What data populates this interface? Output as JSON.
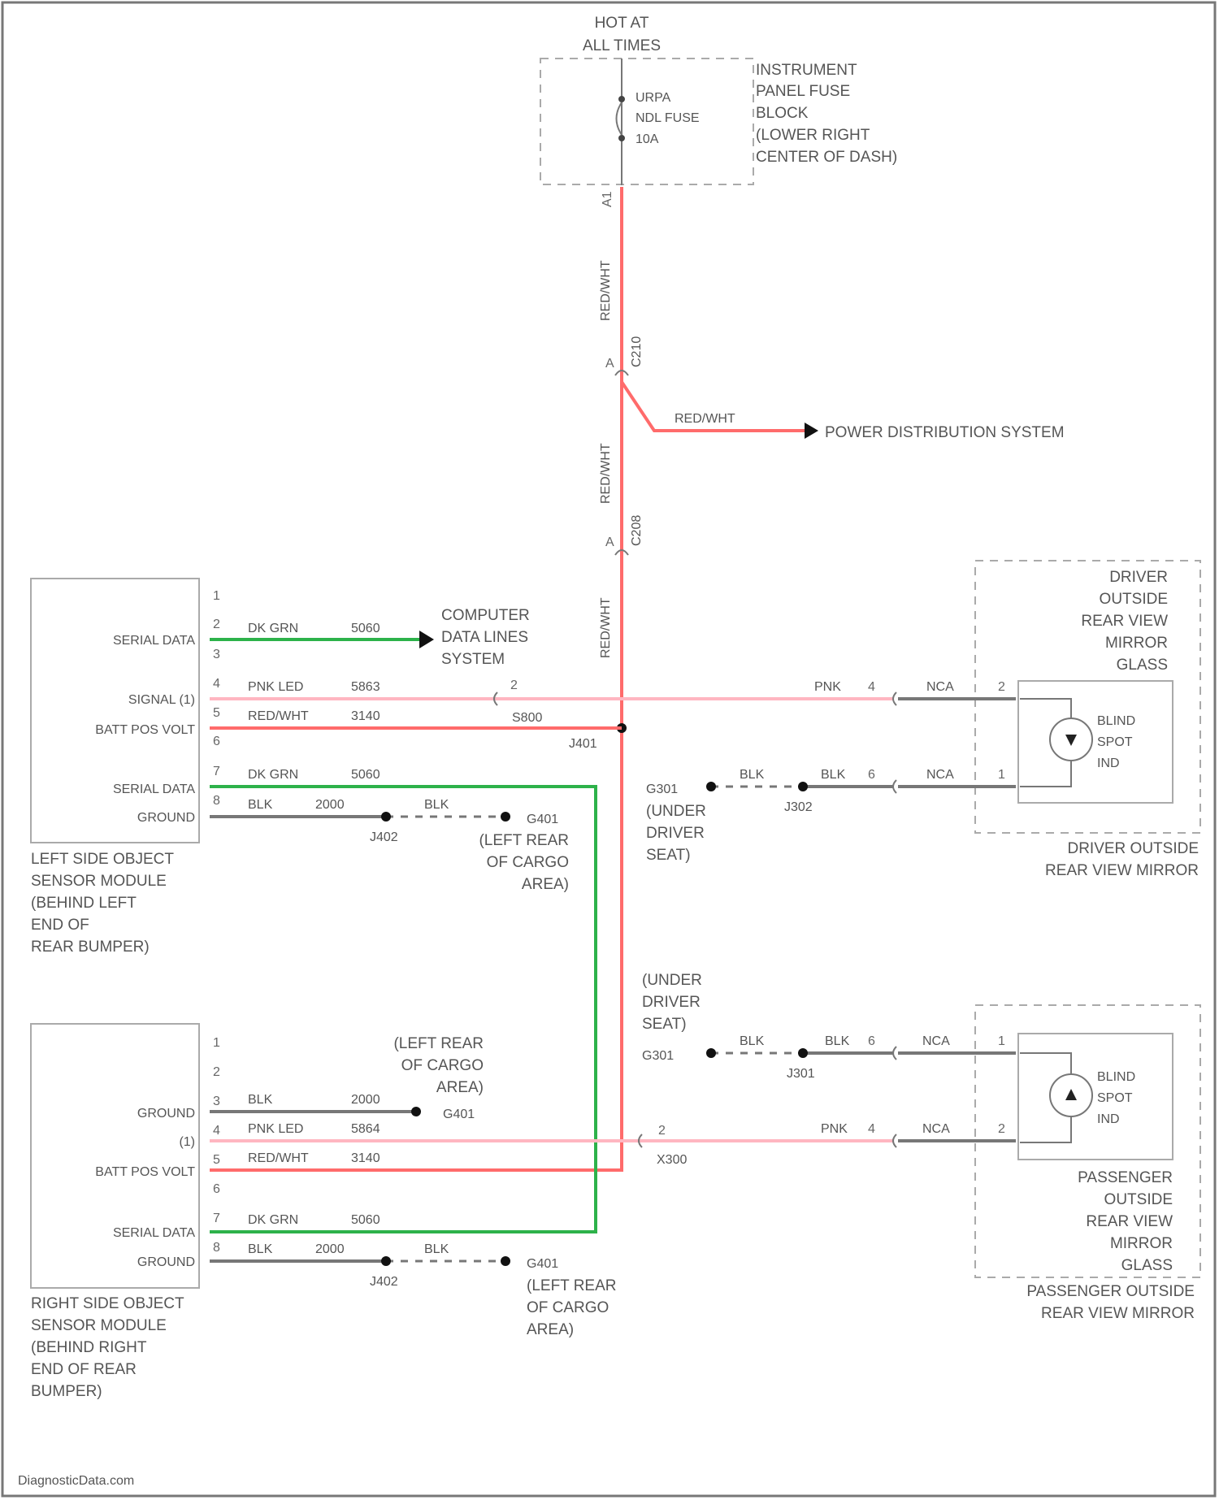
{
  "fuse": {
    "hot_line1": "HOT AT",
    "hot_line2": "ALL TIMES",
    "fuse_line1": "URPA",
    "fuse_line2": "NDL FUSE",
    "fuse_line3": "10A",
    "block_line1": "INSTRUMENT",
    "block_line2": "PANEL FUSE",
    "block_line3": "BLOCK",
    "block_line4": "(LOWER RIGHT",
    "block_line5": "CENTER OF DASH)",
    "pin": "A1"
  },
  "power": {
    "wire_color_top": "RED/WHT",
    "wire_color_mid": "RED/WHT",
    "wire_color_low": "RED/WHT",
    "connector_a": "A",
    "connector_a_id": "C210",
    "connector_b": "A",
    "connector_b_id": "C208",
    "branch_color": "RED/WHT",
    "branch_target": "POWER DISTRIBUTION SYSTEM",
    "splice": "J401",
    "splice_circuit": "S800"
  },
  "left_module": {
    "name_line1": "LEFT SIDE OBJECT",
    "name_line2": "SENSOR MODULE",
    "name_line3": "(BEHIND LEFT",
    "name_line4": "END OF",
    "name_line5": "REAR BUMPER)",
    "pins": [
      "1",
      "2",
      "3",
      "4",
      "5",
      "6",
      "7",
      "8"
    ],
    "pin_labels": {
      "serial_data_top": "SERIAL DATA",
      "signal": "SIGNAL (1)",
      "batt": "BATT POS VOLT",
      "serial_data_bottom": "SERIAL DATA",
      "ground": "GROUND"
    },
    "wires": {
      "dkgrn1": "DK GRN",
      "dkgrn1_ckt": "5060",
      "pnkled": "PNK LED",
      "pnkled_ckt": "5863",
      "redwht": "RED/WHT",
      "redwht_ckt": "3140",
      "dkgrn2": "DK GRN",
      "dkgrn2_ckt": "5060",
      "blk": "BLK",
      "blk_ckt": "2000",
      "blk2": "BLK"
    },
    "connector_pin": "2",
    "splice": "J402",
    "ground_id": "G401",
    "ground_loc1": "(LEFT REAR",
    "ground_loc2": "OF CARGO",
    "ground_loc3": "AREA)"
  },
  "data_lines": {
    "line1": "COMPUTER",
    "line2": "DATA LINES",
    "line3": "SYSTEM"
  },
  "driver_mirror": {
    "box_line1": "DRIVER",
    "box_line2": "OUTSIDE",
    "box_line3": "REAR VIEW",
    "box_line4": "MIRROR",
    "box_line5": "GLASS",
    "ind_line1": "BLIND",
    "ind_line2": "SPOT",
    "ind_line3": "IND",
    "name_line1": "DRIVER OUTSIDE",
    "name_line2": "REAR VIEW MIRROR",
    "pnk": "PNK",
    "pnk_pin": "4",
    "nca_top": "NCA",
    "pin_top": "2",
    "blk_a": "BLK",
    "blk_b": "BLK",
    "blk_pin": "6",
    "nca_bot": "NCA",
    "pin_bot": "1",
    "ground_id": "G301",
    "ground_loc1": "(UNDER",
    "ground_loc2": "DRIVER",
    "ground_loc3": "SEAT)",
    "splice": "J302"
  },
  "passenger_mirror": {
    "box_line1": "PASSENGER",
    "box_line2": "OUTSIDE",
    "box_line3": "REAR VIEW",
    "box_line4": "MIRROR",
    "box_line5": "GLASS",
    "ind_line1": "BLIND",
    "ind_line2": "SPOT",
    "ind_line3": "IND",
    "name_line1": "PASSENGER OUTSIDE",
    "name_line2": "REAR VIEW MIRROR",
    "blk_a": "BLK",
    "blk_b": "BLK",
    "blk_pin": "6",
    "nca_top": "NCA",
    "pin_top": "1",
    "pnk": "PNK",
    "pnk_pin": "4",
    "nca_bot": "NCA",
    "pin_bot": "2",
    "ground_id": "G301",
    "ground_loc1": "(UNDER",
    "ground_loc2": "DRIVER",
    "ground_loc3": "SEAT)",
    "splice": "J301",
    "connector_pin": "2",
    "connector_id": "X300"
  },
  "right_module": {
    "name_line1": "RIGHT SIDE OBJECT",
    "name_line2": "SENSOR MODULE",
    "name_line3": "(BEHIND RIGHT",
    "name_line4": "END OF REAR",
    "name_line5": "BUMPER)",
    "pins": [
      "1",
      "2",
      "3",
      "4",
      "5",
      "6",
      "7",
      "8"
    ],
    "pin_labels": {
      "ground_top": "GROUND",
      "signal": "(1)",
      "batt": "BATT POS VOLT",
      "serial_data": "SERIAL DATA",
      "ground_bottom": "GROUND"
    },
    "wires": {
      "blk1": "BLK",
      "blk1_ckt": "2000",
      "pnkled": "PNK LED",
      "pnkled_ckt": "5864",
      "redwht": "RED/WHT",
      "redwht_ckt": "3140",
      "dkgrn": "DK GRN",
      "dkgrn_ckt": "5060",
      "blk2": "BLK",
      "blk2_ckt": "2000",
      "blk3": "BLK"
    },
    "ground_top_id": "G401",
    "ground_top_loc1": "(LEFT REAR",
    "ground_top_loc2": "OF CARGO",
    "ground_top_loc3": "AREA)",
    "splice": "J402",
    "ground_id": "G401",
    "ground_loc1": "(LEFT REAR",
    "ground_loc2": "OF CARGO",
    "ground_loc3": "AREA)"
  },
  "watermark": "DiagnosticData.com"
}
